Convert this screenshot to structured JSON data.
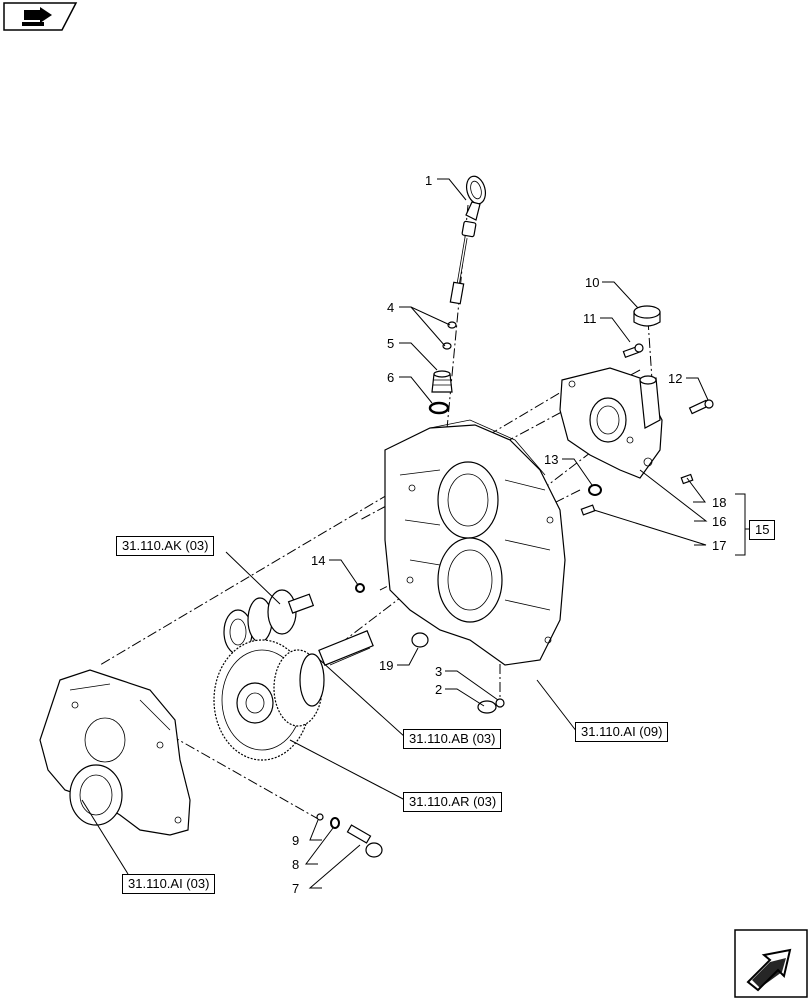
{
  "badge": {
    "icon": "nav-back-arrow-icon"
  },
  "corner_icon": {
    "icon": "nav-forward-arrow-icon"
  },
  "callouts": {
    "c1": "1",
    "c2": "2",
    "c3": "3",
    "c4": "4",
    "c5": "5",
    "c6": "6",
    "c7": "7",
    "c8": "8",
    "c9": "9",
    "c10": "10",
    "c11": "11",
    "c12": "12",
    "c13": "13",
    "c14": "14",
    "c15": "15",
    "c16": "16",
    "c17": "17",
    "c18": "18",
    "c19": "19"
  },
  "refs": {
    "ak03": "31.110.AK (03)",
    "ab03": "31.110.AB (03)",
    "ar03": "31.110.AR (03)",
    "ai09": "31.110.AI (09)",
    "ai03": "31.110.AI (03)"
  }
}
